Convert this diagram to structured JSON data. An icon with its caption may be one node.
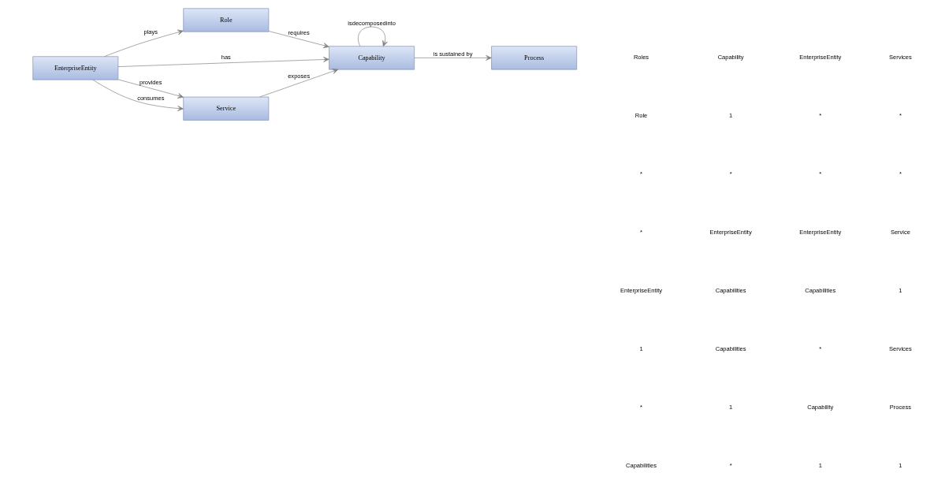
{
  "diagram": {
    "nodes": [
      {
        "text": [
          "Role"
        ]
      },
      {
        "text": [
          "EnterpriseEntity"
        ]
      },
      {
        "text": [
          "Capability"
        ]
      },
      {
        "text": [
          "Service"
        ]
      },
      {
        "text": [
          "Process"
        ]
      }
    ],
    "edges": [
      {
        "from": 1,
        "to": 0,
        "arrow": "to",
        "label": "plays"
      },
      {
        "from": 0,
        "to": 2,
        "arrow": "to",
        "label": "requires"
      },
      {
        "from": 2,
        "to": 2,
        "arrow": "to",
        "label": "isdecomposedinto"
      },
      {
        "from": 1,
        "to": 2,
        "arrow": "to",
        "label": "has"
      },
      {
        "from": 1,
        "to": 3,
        "arrow": "to",
        "label": "provides"
      },
      {
        "from": 3,
        "to": 2,
        "arrow": "to",
        "label": "exposes"
      },
      {
        "from": 2,
        "to": 4,
        "arrow": "to",
        "label": "is sustained by"
      },
      {
        "from": 1,
        "to": 3,
        "arrow": "to",
        "label": "consumes"
      }
    ],
    "labels": [
      "Roles",
      "Role",
      "*",
      "*",
      "EnterpriseEntity",
      "1",
      "*",
      "Capabilities",
      "Capability",
      "1",
      "*",
      "EnterpriseEntity",
      "Capabilities",
      "Capabilities",
      "1",
      "*",
      "EnterpriseEntity",
      "*",
      "*",
      "EnterpriseEntity",
      "Capabilities",
      "*",
      "Capability",
      "1",
      "Services",
      "*",
      "*",
      "Service",
      "1",
      "Services",
      "Process",
      "1"
    ]
  }
}
